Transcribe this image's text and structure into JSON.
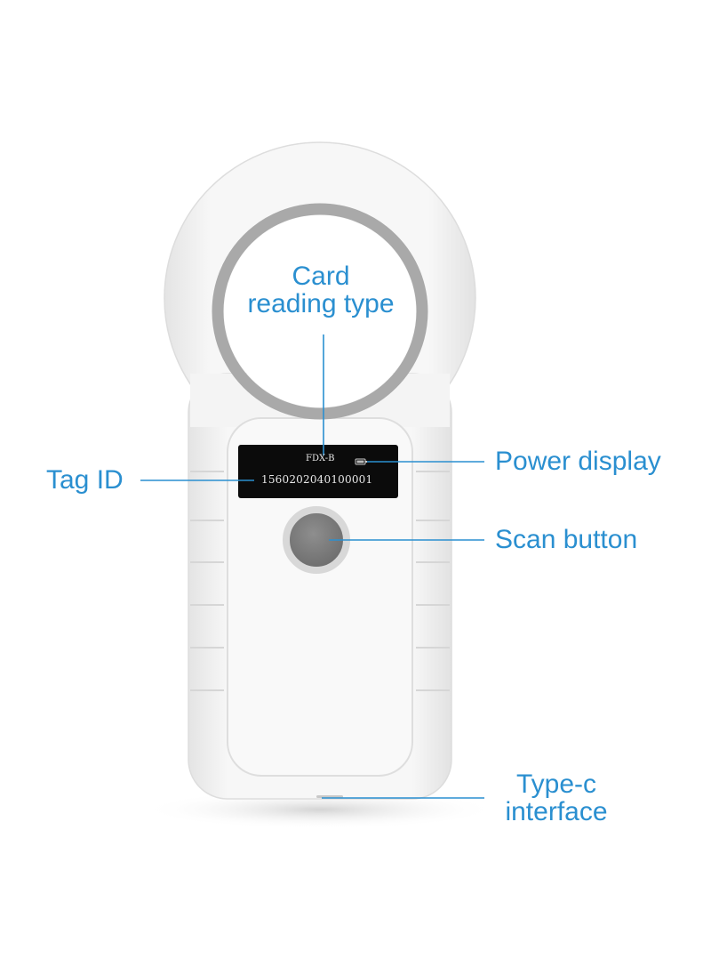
{
  "colors": {
    "accent": "#2a8fd0",
    "device_body": "#f2f2f2",
    "ring": "#a9a9a9",
    "screen": "#0b0b0b",
    "scan_button": "#7c7c7c"
  },
  "device": {
    "screen": {
      "card_type": "FDX-B",
      "tag_id": "1560202040100001",
      "battery_icon": "battery-icon"
    },
    "scan_button_icon": "scan-button"
  },
  "callouts": {
    "card_reading_type": {
      "line1": "Card",
      "line2": "reading type"
    },
    "tag_id": {
      "label": "Tag ID"
    },
    "power_display": {
      "label": "Power display"
    },
    "scan_button": {
      "label": "Scan button"
    },
    "type_c": {
      "line1": "Type-c",
      "line2": "interface"
    }
  }
}
